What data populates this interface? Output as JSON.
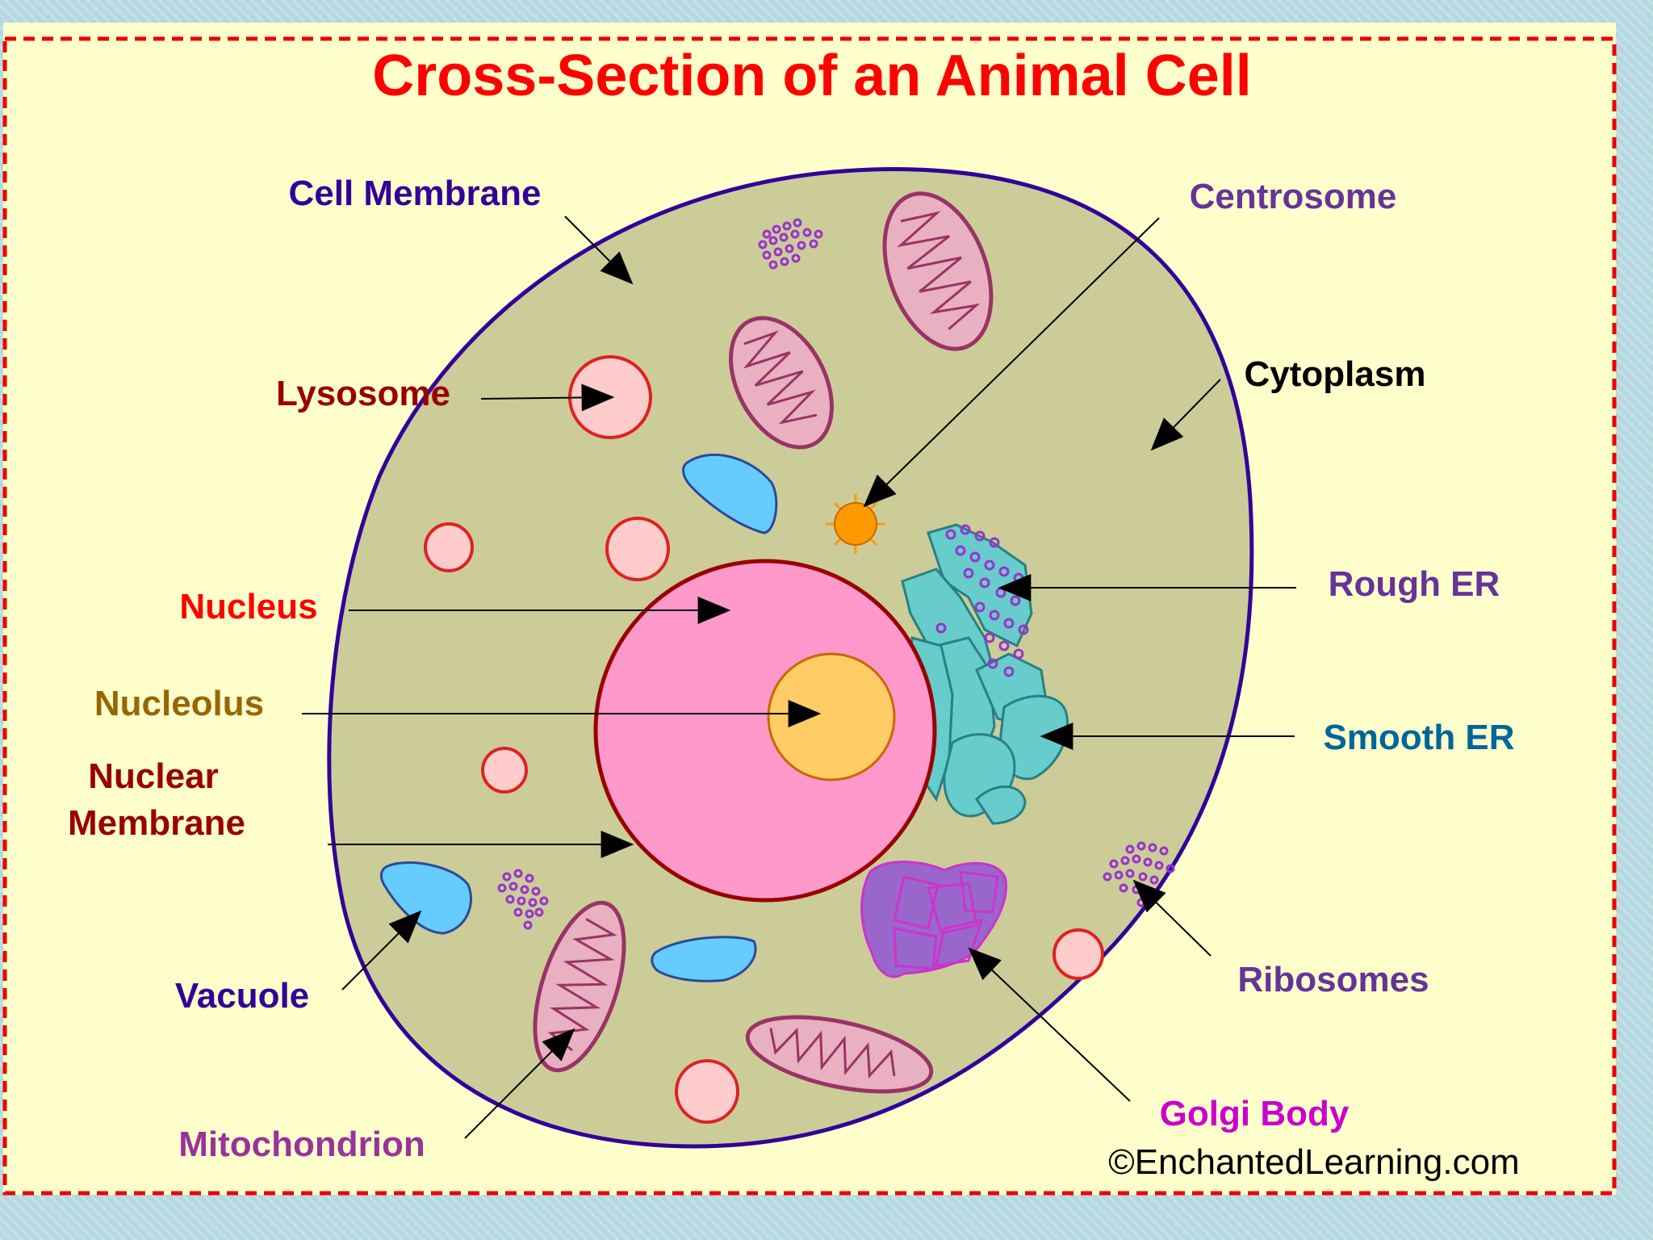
{
  "title": "Cross-Section of an Animal Cell",
  "labels": {
    "cell_membrane": "Cell Membrane",
    "centrosome": "Centrosome",
    "lysosome": "Lysosome",
    "cytoplasm": "Cytoplasm",
    "nucleus": "Nucleus",
    "rough_er": "Rough ER",
    "nucleolus": "Nucleolus",
    "smooth_er": "Smooth ER",
    "nuclear_membrane_line1": "Nuclear",
    "nuclear_membrane_line2": "Membrane",
    "vacuole": "Vacuole",
    "ribosomes": "Ribosomes",
    "mitochondrion": "Mitochondrion",
    "golgi_body": "Golgi Body"
  },
  "credit": "©EnchantedLearning.com",
  "colors": {
    "page_background": "#b4d8e0",
    "panel": "#ffffcc",
    "border_dash": "#ff0000",
    "title": "#ff0000",
    "cytoplasm": "#cccc99",
    "cell_membrane": "#330099",
    "nucleus": "#ff99cc",
    "nuclear_membrane": "#990000",
    "nucleolus": "#ffcc66",
    "lysosome": "#ffcccc",
    "vacuole": "#66ccff",
    "mitochondrion": "#993366",
    "centrosome": "#ff9900",
    "er": "#66cccc",
    "golgi": "#cc33cc",
    "ribosome": "#9933cc"
  }
}
